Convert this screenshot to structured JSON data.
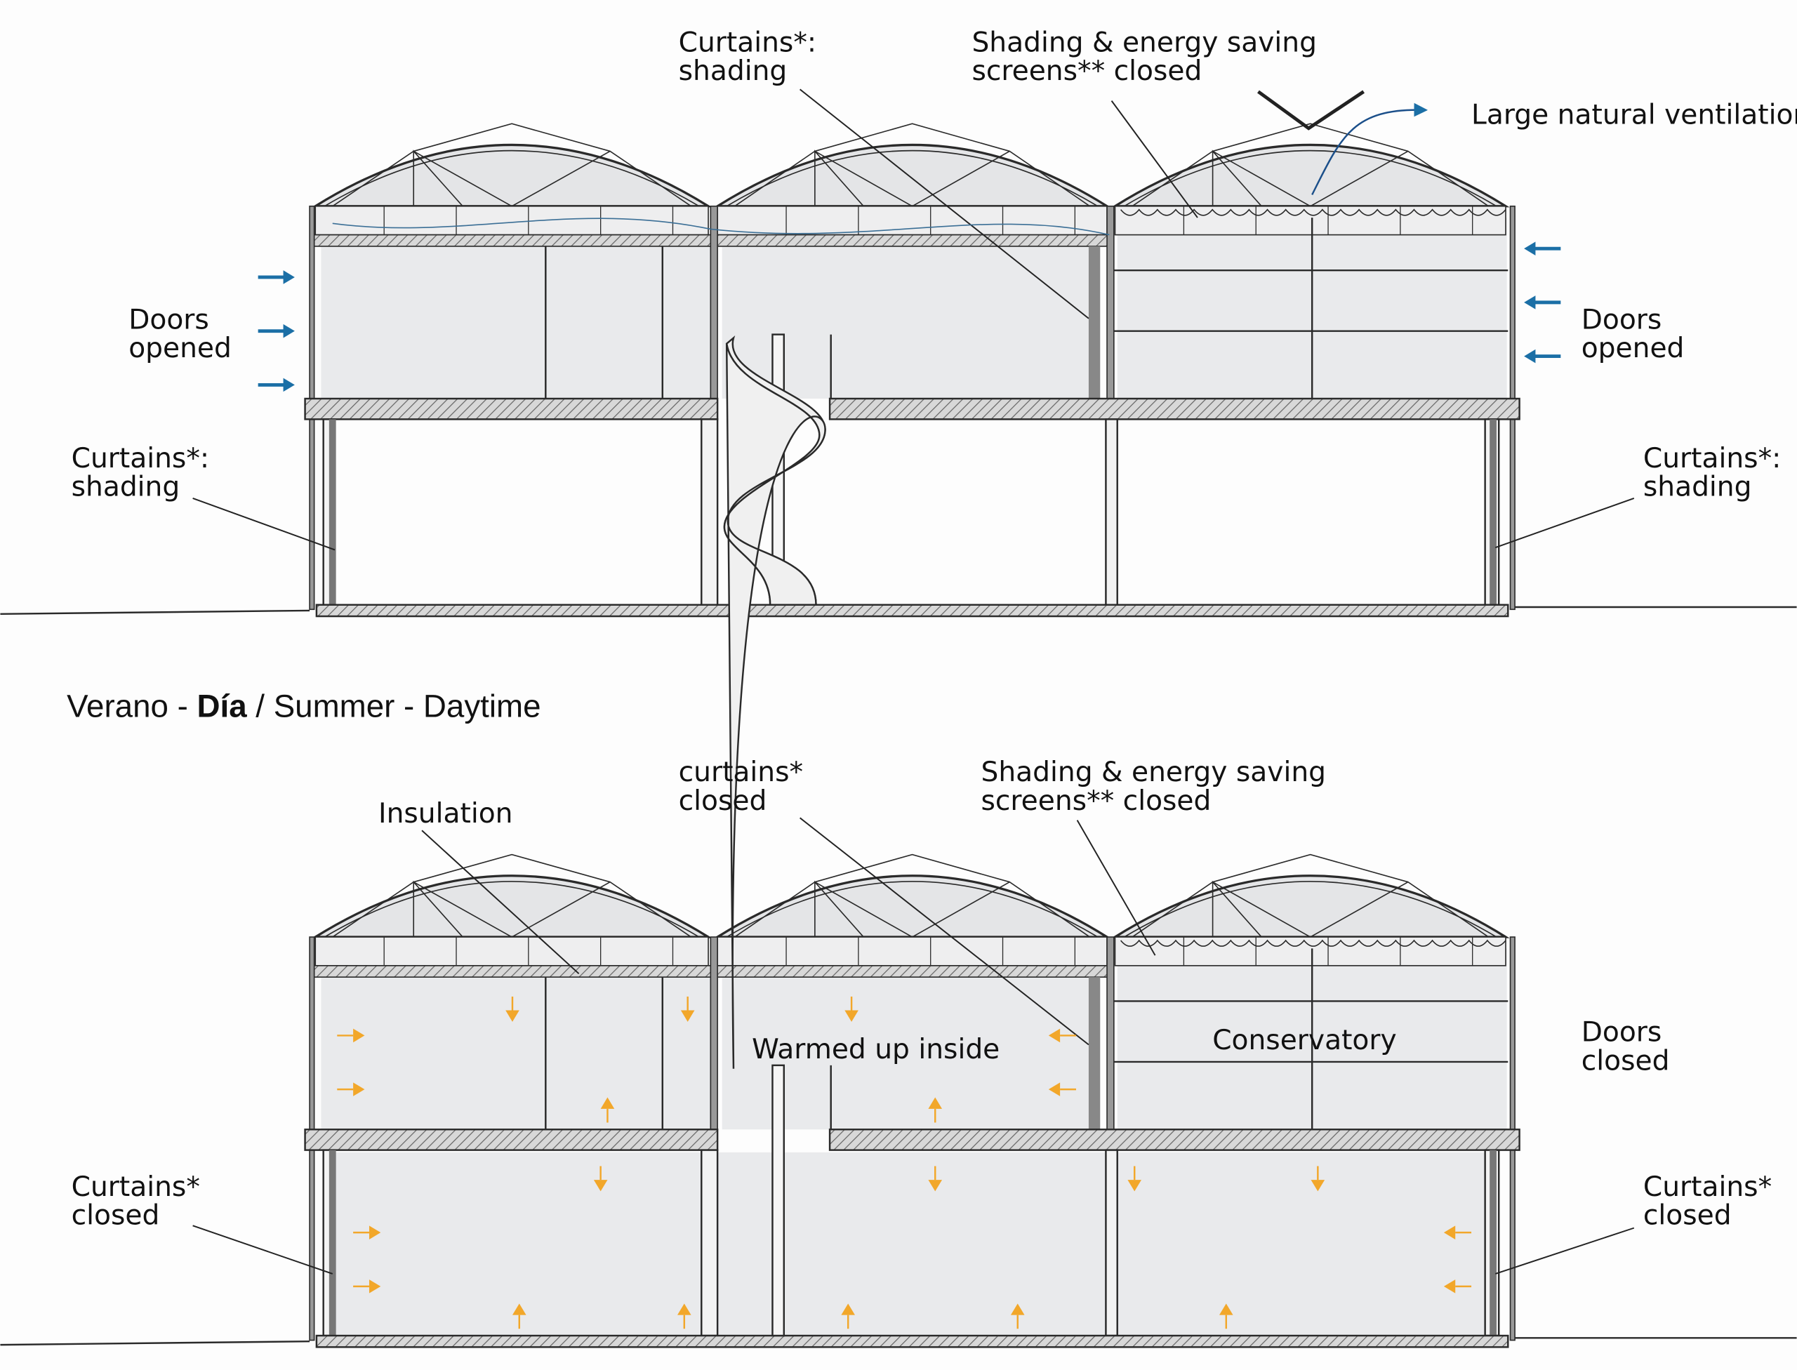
{
  "colors": {
    "vent_arrow": "#1b6fa6",
    "heat_arrow": "#f2a72a",
    "line": "#2a2a2a",
    "glass": "#e9eaec"
  },
  "top_diagram": {
    "labels": {
      "curtains_roof": [
        "Curtains*:",
        "shading"
      ],
      "screens": [
        "Shading & energy saving",
        "screens** closed"
      ],
      "ventilation": "Large natural ventilation",
      "doors_left": [
        "Doors",
        "opened"
      ],
      "doors_right": [
        "Doors",
        "opened"
      ],
      "curtains_left": [
        "Curtains*:",
        "shading"
      ],
      "curtains_right": [
        "Curtains*:",
        "shading"
      ]
    }
  },
  "section_title": {
    "es_season": "Verano",
    "sep1": " - ",
    "es_time": "Día",
    "slash": " / ",
    "en": "Summer - Daytime"
  },
  "bottom_diagram": {
    "labels": {
      "insulation": "Insulation",
      "curtains_roof": [
        "curtains*",
        "closed"
      ],
      "screens": [
        "Shading & energy saving",
        "screens** closed"
      ],
      "warmed": "Warmed up inside",
      "conservatory": "Conservatory",
      "doors_right": [
        "Doors",
        "closed"
      ],
      "curtains_left": [
        "Curtains*",
        "closed"
      ],
      "curtains_right": [
        "Curtains*",
        "closed"
      ]
    }
  }
}
